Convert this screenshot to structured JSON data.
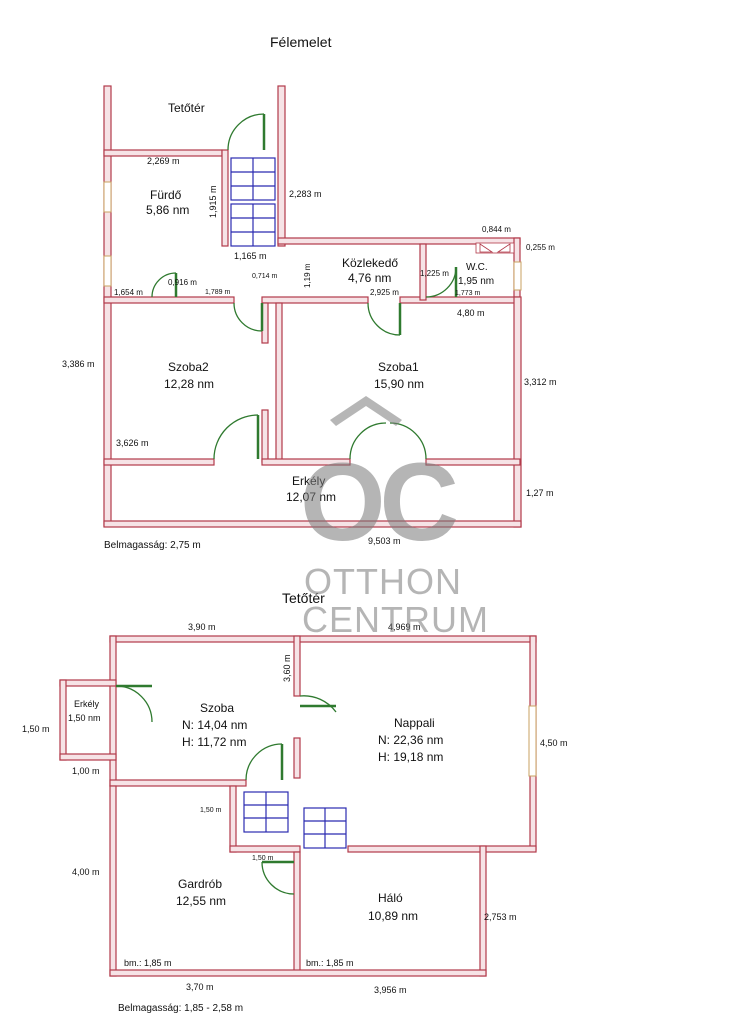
{
  "upper": {
    "title": "Félemelet",
    "height_note": "Belmagasság: 2,75 m",
    "rooms": [
      {
        "name": "Tetőtér",
        "area": ""
      },
      {
        "name": "Fürdő",
        "area": "5,86 nm"
      },
      {
        "name": "Közlekedő",
        "area": "4,76 nm"
      },
      {
        "name": "W.C.",
        "area": "1,95 nm"
      },
      {
        "name": "Szoba2",
        "area": "12,28 nm"
      },
      {
        "name": "Szoba1",
        "area": "15,90 nm"
      },
      {
        "name": "Erkély",
        "area": "12,07 nm"
      }
    ],
    "dims": [
      "2,269 m",
      "1,915 m",
      "2,283 m",
      "1,165 m",
      "0,844 m",
      "0,255 m",
      "0,916 m",
      "0,714 m",
      "1,19 m",
      "1,225 m",
      "1,654 m",
      "1,789 m",
      "2,925 m",
      "1,773 m",
      "4,80 m",
      "3,386 m",
      "3,312 m",
      "3,626 m",
      "1,27 m",
      "9,503 m"
    ]
  },
  "lower": {
    "title": "Tetőtér",
    "height_note": "Belmagasság: 1,85 - 2,58 m",
    "rooms": [
      {
        "name": "Erkély",
        "area": "1,50 nm"
      },
      {
        "name": "Szoba",
        "n": "N: 14,04 nm",
        "h": "H: 11,72 nm"
      },
      {
        "name": "Nappali",
        "n": "N: 22,36 nm",
        "h": "H: 19,18 nm"
      },
      {
        "name": "Gardrób",
        "area": "12,55 nm"
      },
      {
        "name": "Háló",
        "area": "10,89 nm"
      }
    ],
    "dims": [
      "3,90 m",
      "4,969 m",
      "3,60 m",
      "1,50 m",
      "1,00 m",
      "4,50 m",
      "1,50 m",
      "1,50 m",
      "4,00 m",
      "2,753 m",
      "bm.: 1,85 m",
      "bm.: 1,85 m",
      "3,70 m",
      "3,956 m"
    ]
  },
  "watermark": {
    "logo": "OC",
    "line1": "OTTHON",
    "line2": "CENTRUM"
  },
  "colors": {
    "wall": "#b23a4a",
    "door": "#2f7a2f",
    "stair": "#2b2bb0",
    "watermark": "#7a7a7a"
  }
}
